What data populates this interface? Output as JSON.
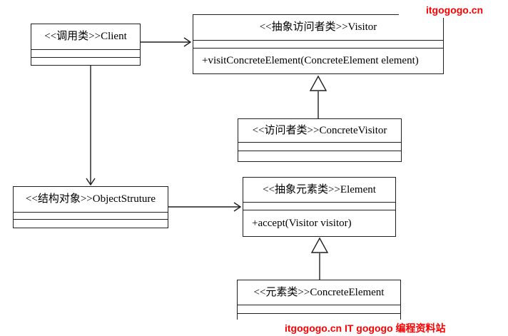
{
  "canvas": {
    "background": "#ffffff",
    "line_color": "#1f1f1f",
    "text_color": "#000000"
  },
  "watermark": {
    "color": "#ff0000",
    "top_text": "itgogogo.cn",
    "bottom_text": "itgogogo.cn IT gogogo 编程资料站"
  },
  "classes": {
    "client": {
      "title": "<<调用类>>Client"
    },
    "visitor": {
      "title": "<<抽象访问者类>>Visitor",
      "operation": "+visitConcreteElement(ConcreteElement element)"
    },
    "concrete_visitor": {
      "title": "<<访问者类>>ConcreteVisitor"
    },
    "object_struture": {
      "title": "<<结构对象>>ObjectStruture"
    },
    "element": {
      "title": "<<抽象元素类>>Element",
      "operation": "+accept(Visitor visitor)"
    },
    "concrete_element": {
      "title": "<<元素类>>ConcreteElement"
    }
  },
  "relationships": [
    {
      "type": "association",
      "from": "Client",
      "to": "Visitor"
    },
    {
      "type": "association",
      "from": "Client",
      "to": "ObjectStruture"
    },
    {
      "type": "association",
      "from": "ObjectStruture",
      "to": "Element"
    },
    {
      "type": "generalization",
      "from": "ConcreteVisitor",
      "to": "Visitor"
    },
    {
      "type": "generalization",
      "from": "ConcreteElement",
      "to": "Element"
    }
  ]
}
